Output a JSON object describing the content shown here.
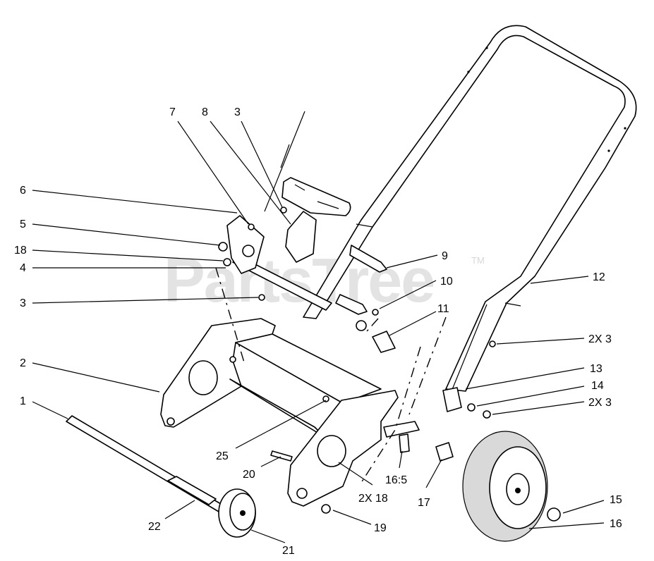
{
  "watermark": {
    "text": "PartsTree",
    "trademark": "TM"
  },
  "callouts": [
    {
      "id": "c7",
      "label": "7"
    },
    {
      "id": "c8",
      "label": "8"
    },
    {
      "id": "c3a",
      "label": "3"
    },
    {
      "id": "c6",
      "label": "6"
    },
    {
      "id": "c5",
      "label": "5"
    },
    {
      "id": "c18",
      "label": "18"
    },
    {
      "id": "c4",
      "label": "4"
    },
    {
      "id": "c3b",
      "label": "3"
    },
    {
      "id": "c9",
      "label": "9"
    },
    {
      "id": "c10",
      "label": "10"
    },
    {
      "id": "c11",
      "label": "11"
    },
    {
      "id": "c12",
      "label": "12"
    },
    {
      "id": "c2x3a",
      "label": "2X 3"
    },
    {
      "id": "c2",
      "label": "2"
    },
    {
      "id": "c13",
      "label": "13"
    },
    {
      "id": "c14",
      "label": "14"
    },
    {
      "id": "c2x3b",
      "label": "2X 3"
    },
    {
      "id": "c1",
      "label": "1"
    },
    {
      "id": "c25",
      "label": "25"
    },
    {
      "id": "c20",
      "label": "20"
    },
    {
      "id": "c16_5",
      "label": "16:5"
    },
    {
      "id": "c2x18",
      "label": "2X 18"
    },
    {
      "id": "c17",
      "label": "17"
    },
    {
      "id": "c15",
      "label": "15"
    },
    {
      "id": "c22",
      "label": "22"
    },
    {
      "id": "c19",
      "label": "19"
    },
    {
      "id": "c16",
      "label": "16"
    },
    {
      "id": "c21",
      "label": "21"
    }
  ]
}
